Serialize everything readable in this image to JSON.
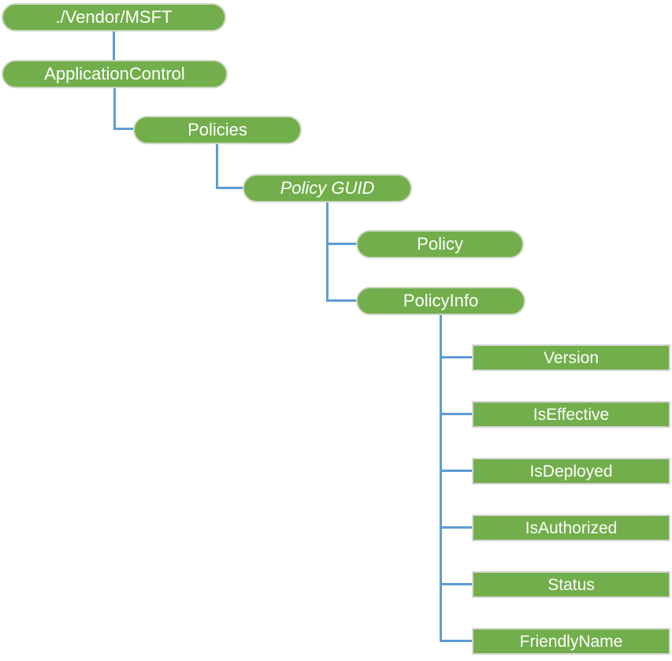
{
  "colors": {
    "node_fill": "#72AE4B",
    "pill_border": "#CBD7C0",
    "rect_border": "#D6D6D6",
    "connector": "#5E9CD3",
    "text": "#FFFFFF"
  },
  "nodes": [
    {
      "id": "vendor-msft",
      "label": "./Vendor/MSFT",
      "shape": "pill"
    },
    {
      "id": "applicationcontrol",
      "label": "ApplicationControl",
      "shape": "pill"
    },
    {
      "id": "policies",
      "label": "Policies",
      "shape": "pill"
    },
    {
      "id": "policy-guid",
      "label": "Policy GUID",
      "shape": "pill",
      "italic": true
    },
    {
      "id": "policy",
      "label": "Policy",
      "shape": "pill"
    },
    {
      "id": "policyinfo",
      "label": "PolicyInfo",
      "shape": "pill"
    },
    {
      "id": "version",
      "label": "Version",
      "shape": "rect"
    },
    {
      "id": "iseffective",
      "label": "IsEffective",
      "shape": "rect"
    },
    {
      "id": "isdeployed",
      "label": "IsDeployed",
      "shape": "rect"
    },
    {
      "id": "isauthorized",
      "label": "IsAuthorized",
      "shape": "rect"
    },
    {
      "id": "status",
      "label": "Status",
      "shape": "rect"
    },
    {
      "id": "friendlyname",
      "label": "FriendlyName",
      "shape": "rect"
    }
  ],
  "edges": [
    {
      "from": "vendor-msft",
      "to": "applicationcontrol"
    },
    {
      "from": "applicationcontrol",
      "to": "policies"
    },
    {
      "from": "policies",
      "to": "policy-guid"
    },
    {
      "from": "policy-guid",
      "to": "policy"
    },
    {
      "from": "policy-guid",
      "to": "policyinfo"
    },
    {
      "from": "policyinfo",
      "to": "version"
    },
    {
      "from": "policyinfo",
      "to": "iseffective"
    },
    {
      "from": "policyinfo",
      "to": "isdeployed"
    },
    {
      "from": "policyinfo",
      "to": "isauthorized"
    },
    {
      "from": "policyinfo",
      "to": "status"
    },
    {
      "from": "policyinfo",
      "to": "friendlyname"
    }
  ]
}
